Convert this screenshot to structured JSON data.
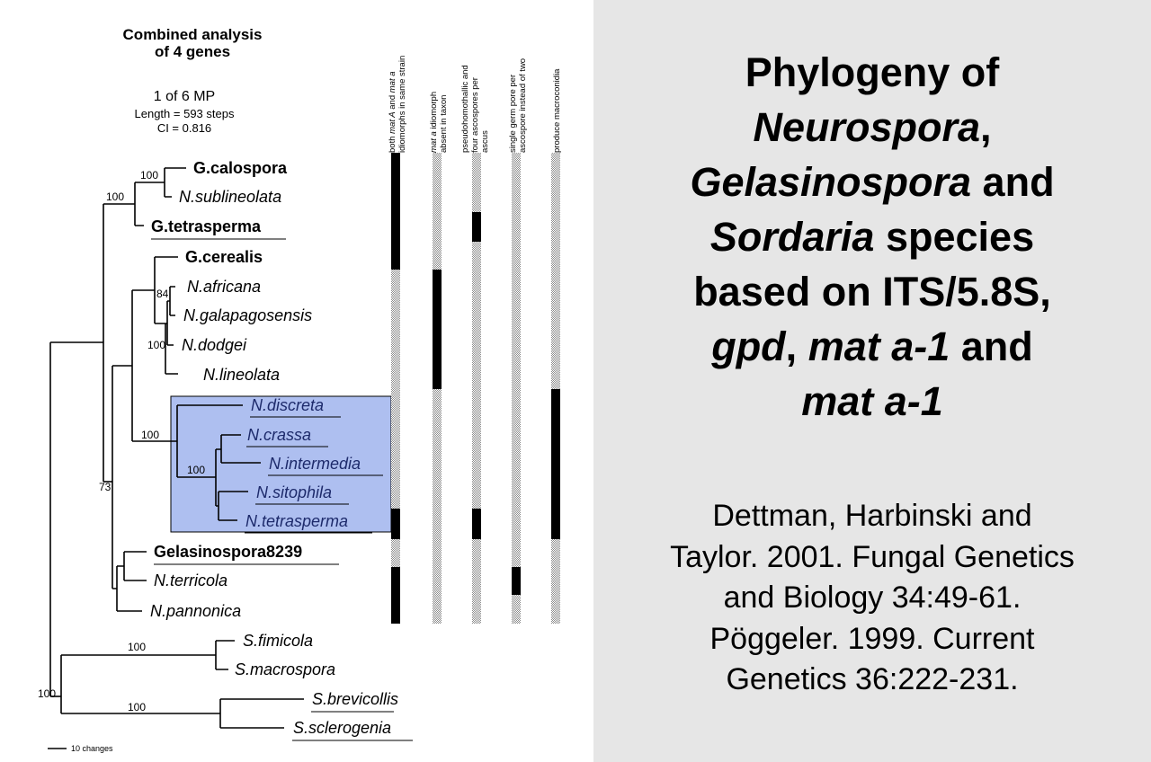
{
  "figure": {
    "title_line1": "Combined analysis",
    "title_line2": "of 4 genes",
    "mp_label": "1 of 6 MP",
    "length_label": "Length = 593 steps",
    "ci_label": "CI = 0.816",
    "scale_bar_label": "10 changes",
    "taxa": [
      "G.calospora",
      "N.sublineolata",
      "G.tetrasperma",
      "G.cerealis",
      "N.africana",
      "N.galapagosensis",
      "N.dodgei",
      "N.lineolata",
      "N.discreta",
      "N.crassa",
      "N.intermedia",
      "N.sitophila",
      "N.tetrasperma",
      "Gelasinospora8239",
      "N.terricola",
      "N.pannonica",
      "S.fimicola",
      "S.macrospora",
      "S.brevicollis",
      "S.sclerogenia"
    ],
    "support_values": [
      "100",
      "100",
      "84",
      "100",
      "100",
      "100",
      "73",
      "100",
      "100",
      "100"
    ],
    "character_columns": [
      {
        "line1_pre": "both ",
        "line1_it1": "mat A",
        "line1_mid": " and ",
        "line1_it2": "mat a",
        "line2": "idiomorphs in same strain"
      },
      {
        "line1_it": "mat a",
        "line1_post": " idiomorph",
        "line2": "absent in taxon"
      },
      {
        "line1": "pseudohomothallic and",
        "line2": "four ascospores per",
        "line3": "ascus"
      },
      {
        "line1": "single germ pore per",
        "line2": "ascospore instead of two"
      },
      {
        "line1": "produce macroconidia"
      }
    ],
    "highlight_color": "#aebff0"
  },
  "slide": {
    "title": {
      "l1": "Phylogeny of",
      "l2_it": "Neurospora",
      "l2_post": ",",
      "l3_it": "Gelasinospora",
      "l3_post": " and",
      "l4_it": "Sordaria",
      "l4_post": " species",
      "l5": "based on ITS/5.8S,",
      "l6_it1": "gpd",
      "l6_mid": ", ",
      "l6_it2": "mat a-1",
      "l6_post": " and",
      "l7_it": "mat a-1"
    },
    "citation": {
      "l1": "Dettman, Harbinski and",
      "l2": "Taylor. 2001. Fungal Genetics",
      "l3": "and Biology 34:49-61.",
      "l4": "Pöggeler. 1999.  Current",
      "l5": "Genetics 36:222-231."
    },
    "panel_color": "#e6e6e6"
  }
}
